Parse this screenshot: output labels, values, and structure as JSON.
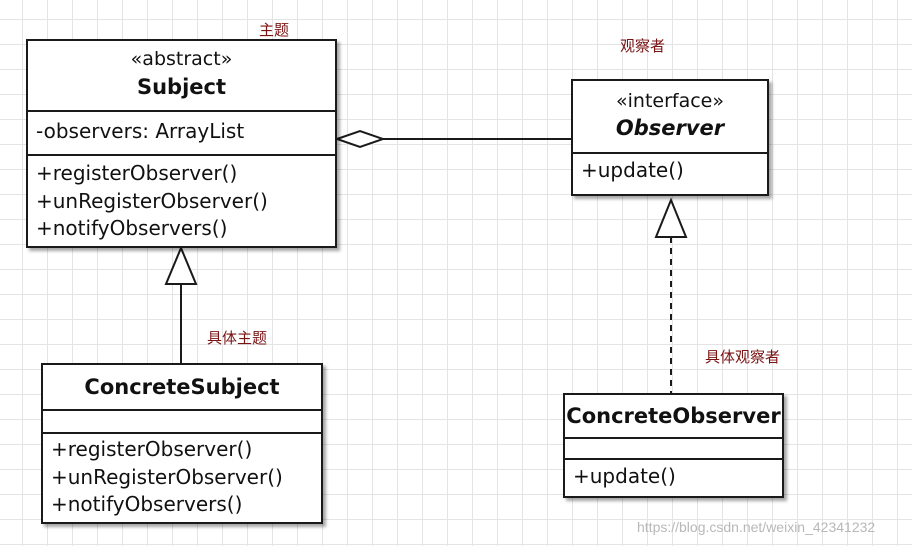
{
  "labels": {
    "subject": "主题",
    "observer": "观察者",
    "concrete_subject": "具体主题",
    "concrete_observer": "具体观察者"
  },
  "subject": {
    "stereotype": "«abstract»",
    "name": "Subject",
    "attributes": [
      "-observers: ArrayList"
    ],
    "methods": [
      "+registerObserver()",
      "+unRegisterObserver()",
      "+notifyObservers()"
    ]
  },
  "observer": {
    "stereotype": "«interface»",
    "name": "Observer",
    "methods": [
      "+update()"
    ]
  },
  "concrete_subject": {
    "name": "ConcreteSubject",
    "methods": [
      "+registerObserver()",
      "+unRegisterObserver()",
      "+notifyObservers()"
    ]
  },
  "concrete_observer": {
    "name": "ConcreteObserver",
    "methods": [
      "+update()"
    ]
  },
  "watermark": "https://blog.csdn.net/weixin_42341232",
  "colors": {
    "label": "#7a1414",
    "line": "#1a1a1a",
    "grid": "#e4e4e4"
  }
}
